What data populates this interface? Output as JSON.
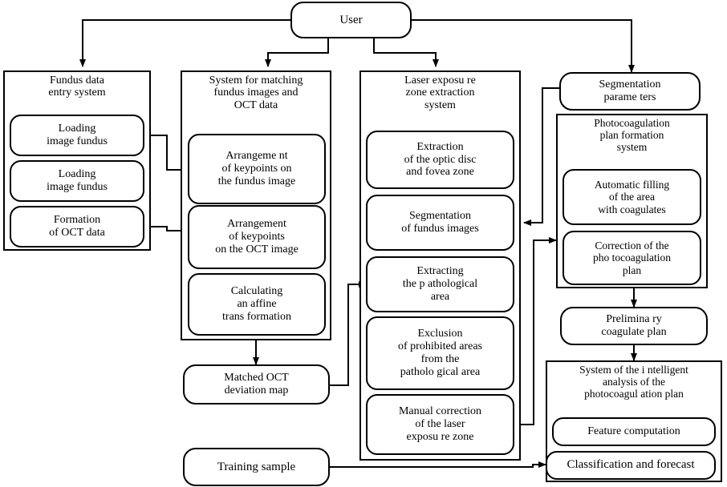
{
  "diagram": {
    "title_present": false,
    "stroke_color": "#000000",
    "background_color": "#ffffff"
  },
  "user": {
    "label": "User"
  },
  "fundus_system": {
    "title_lines": [
      "Fundus data",
      "entry system"
    ],
    "children": [
      {
        "lines": [
          "Loading",
          "image fundus"
        ]
      },
      {
        "lines": [
          "Loading",
          "image fundus"
        ]
      },
      {
        "lines": [
          "Formation",
          "of OCT data"
        ]
      }
    ]
  },
  "matching_system": {
    "title_lines": [
      "System for matching",
      "fundus images and",
      "OCT data"
    ],
    "children": [
      {
        "lines": [
          "Arrangeme nt",
          "of keypoints on",
          "the fundus image"
        ]
      },
      {
        "lines": [
          "Arrangement",
          "of keypoints",
          "on the OCT image"
        ]
      },
      {
        "lines": [
          "Calculating",
          "an affine",
          "trans formation"
        ]
      }
    ]
  },
  "laser_system": {
    "title_lines": [
      "Laser exposu re",
      "zone extraction",
      "system"
    ],
    "children": [
      {
        "lines": [
          "Extraction",
          "of the optic disc",
          "and fovea zone"
        ]
      },
      {
        "lines": [
          "Segmentation",
          "of fundus images"
        ]
      },
      {
        "lines": [
          "Extracting",
          "the p athological",
          "area"
        ]
      },
      {
        "lines": [
          "Exclusion",
          "of prohibited  areas",
          "from the",
          "patholo gical area"
        ]
      },
      {
        "lines": [
          "Manual correction",
          "of the laser",
          "exposu re zone"
        ]
      }
    ]
  },
  "segmentation_parameters": {
    "lines": [
      "Segmentation",
      "parame ters"
    ]
  },
  "photocoagulation_system": {
    "title_lines": [
      "Photocoagulation",
      "plan formation",
      "system"
    ],
    "children": [
      {
        "lines": [
          "Automatic filling",
          "of the area",
          "with coagulates"
        ]
      },
      {
        "lines": [
          "Correction of the",
          "pho tocoagulation",
          "plan"
        ]
      }
    ]
  },
  "preliminary_plan": {
    "lines": [
      "Prelimina ry",
      "coagulate  plan"
    ]
  },
  "intelligent_system": {
    "title_lines": [
      "System of the i ntelligent",
      "analysis of the",
      "photocoagul ation plan"
    ],
    "children": [
      {
        "lines": [
          "Feature computation"
        ]
      },
      {
        "lines": [
          "Classification and  forecast"
        ]
      }
    ]
  },
  "matched_oct_map": {
    "lines": [
      "Matched OCT",
      "deviation map"
    ]
  },
  "training_sample": {
    "lines": [
      "Training sample"
    ]
  }
}
